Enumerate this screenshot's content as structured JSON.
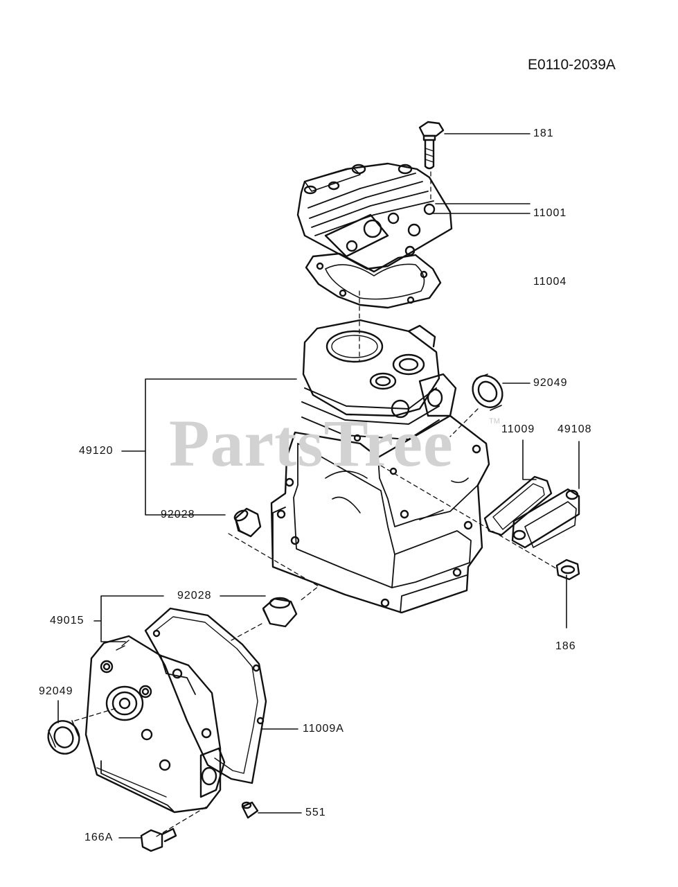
{
  "diagram_code": "E0110-2039A",
  "watermark": "PartsTree",
  "watermark_tm": "TM",
  "callouts": {
    "p181": "181",
    "p11001": "11001",
    "p11004": "11004",
    "p92049_top": "92049",
    "p11009": "11009",
    "p49108": "49108",
    "p49120": "49120",
    "p92028_a": "92028",
    "p186": "186",
    "p92028_b": "92028",
    "p49015": "49015",
    "p92049_bottom": "92049",
    "p11009A": "11009A",
    "p551": "551",
    "p166A": "166A"
  }
}
